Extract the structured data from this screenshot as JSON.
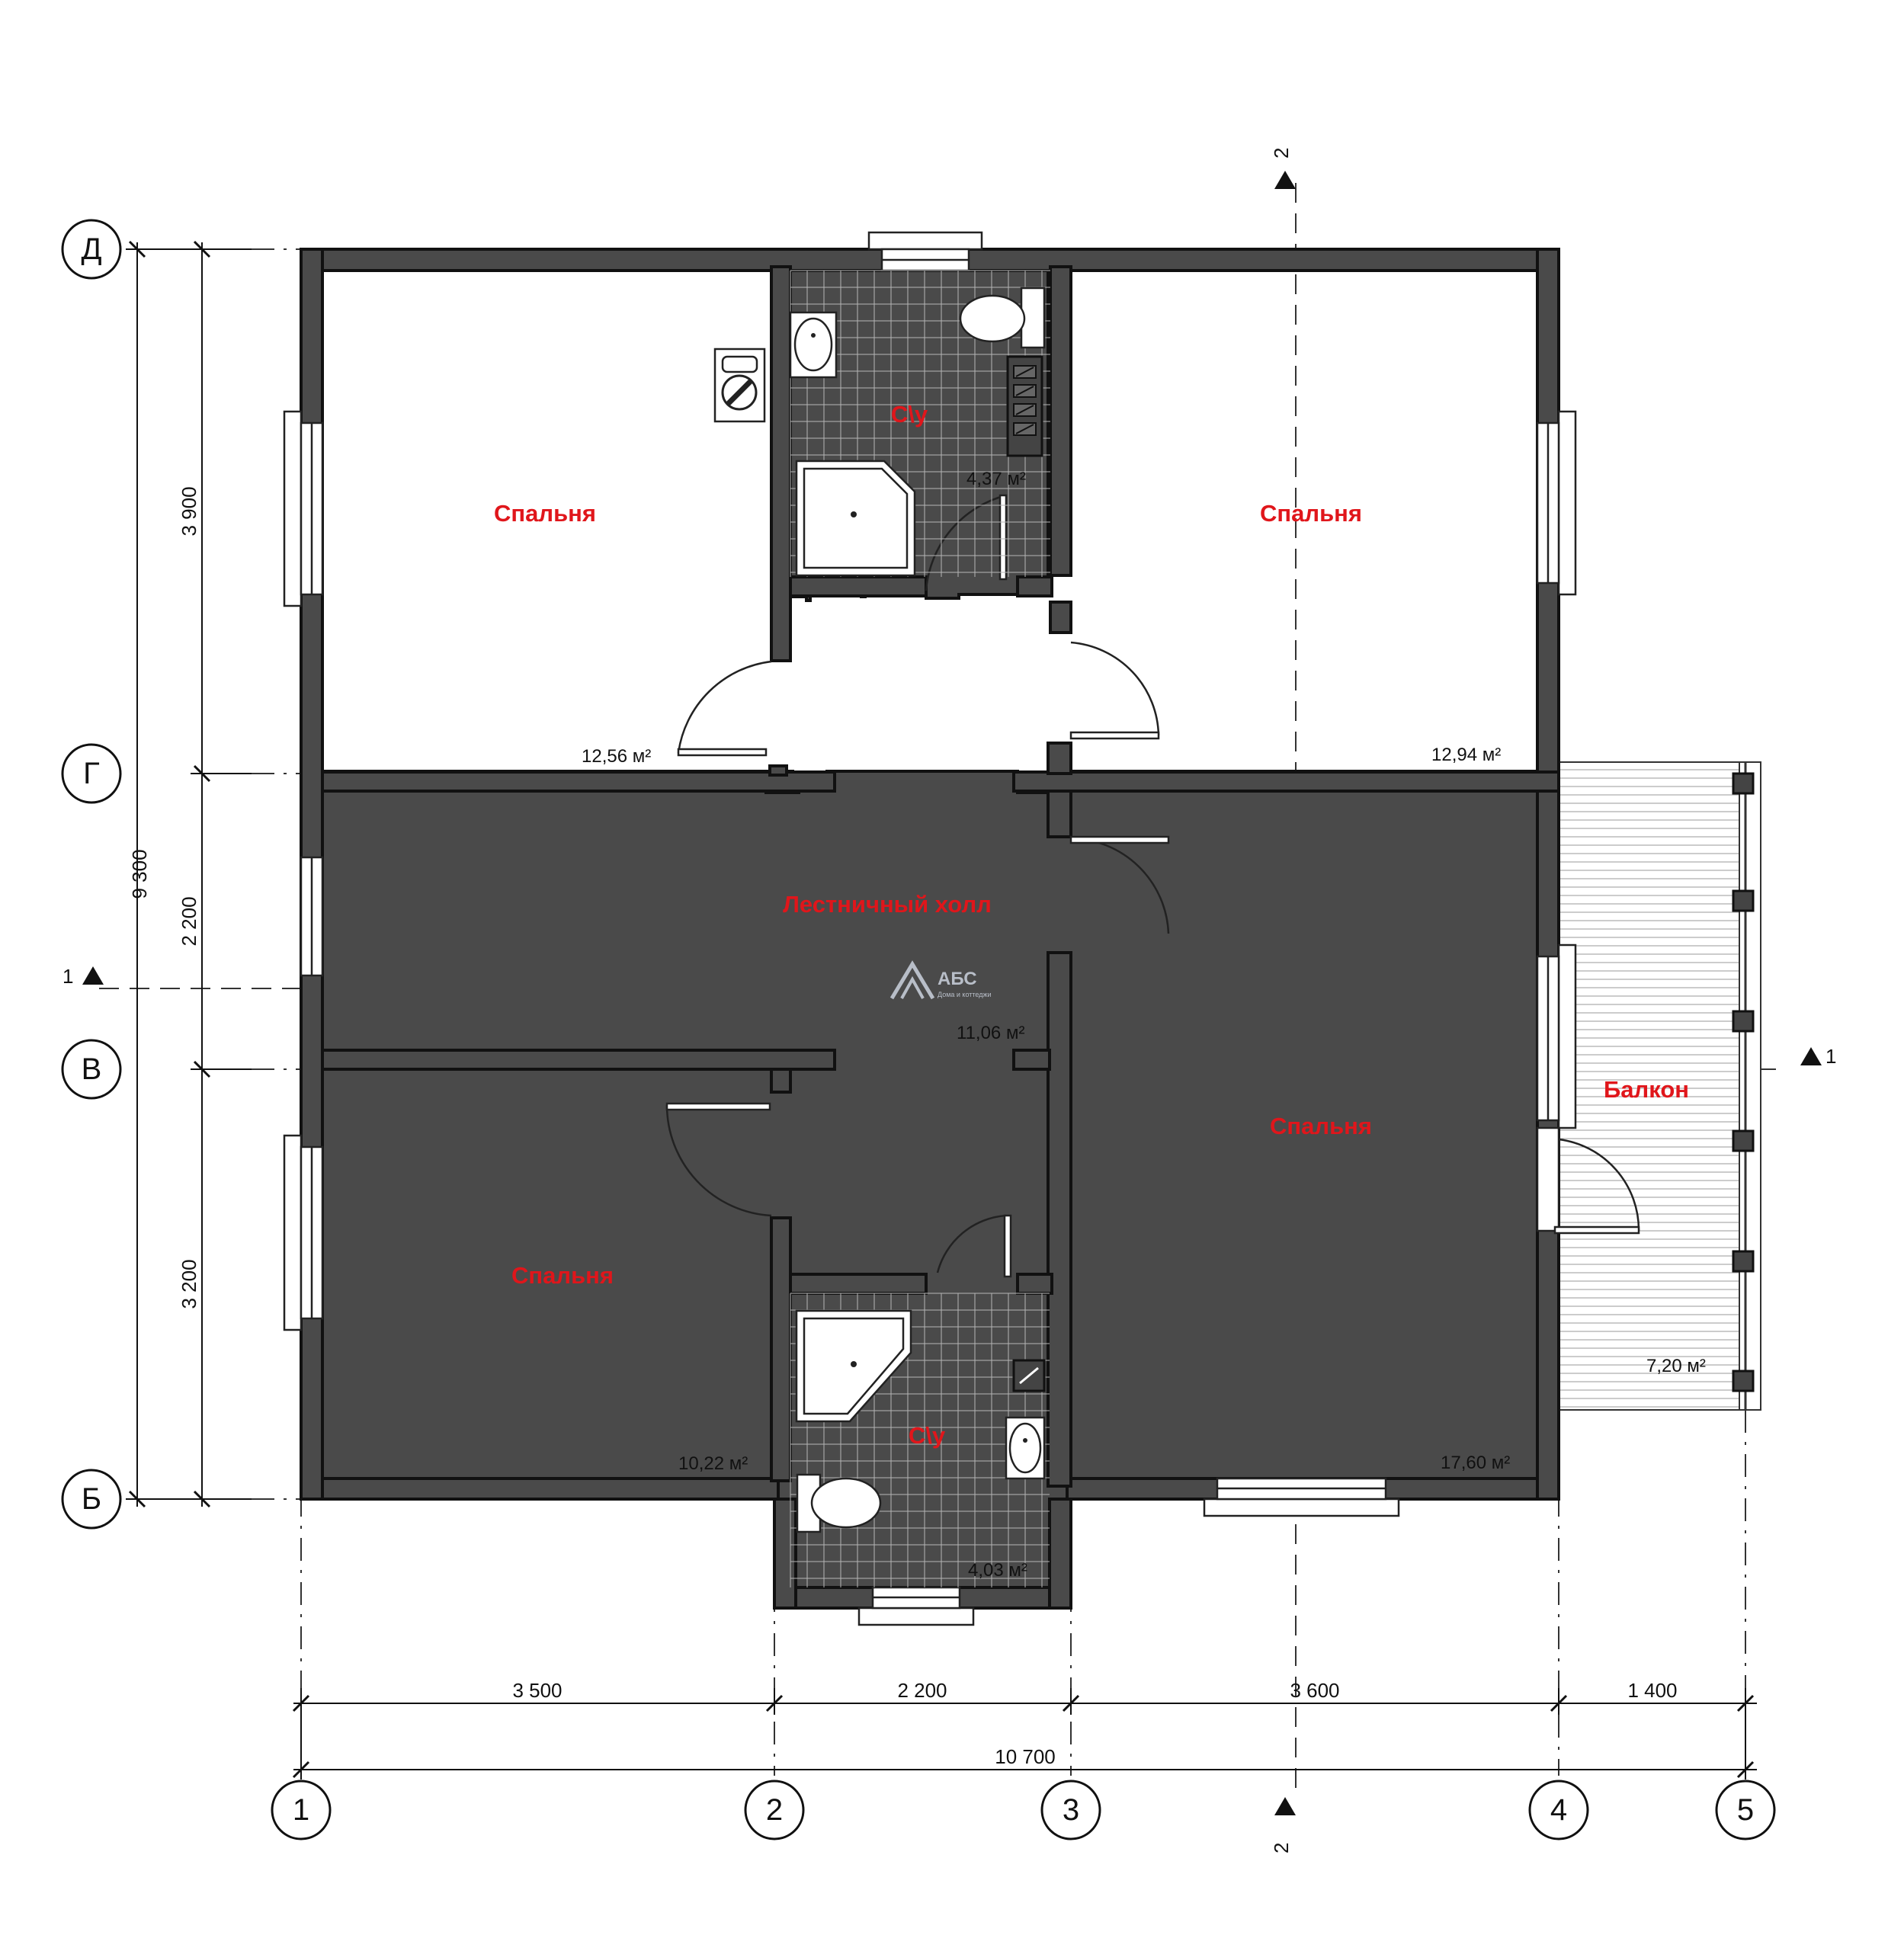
{
  "rooms": [
    {
      "name": "Спальня",
      "area": "12,56 м²"
    },
    {
      "name": "С\\у",
      "area": "4,37 м²"
    },
    {
      "name": "Спальня",
      "area": "12,94 м²"
    },
    {
      "name": "Лестничный холл",
      "area": "11,06 м²"
    },
    {
      "name": "Спальня",
      "area": "10,22 м²"
    },
    {
      "name": "С\\у",
      "area": "4,03 м²"
    },
    {
      "name": "Спальня",
      "area": "17,60 м²"
    },
    {
      "name": "Балкон",
      "area": "7,20 м²"
    }
  ],
  "axes": {
    "columns": [
      "1",
      "2",
      "3",
      "4",
      "5"
    ],
    "rows": [
      "Д",
      "Г",
      "В",
      "Б"
    ]
  },
  "dimensions": {
    "bottom": [
      "3 500",
      "2 200",
      "3 600",
      "1 400"
    ],
    "bottom_total": "10 700",
    "left": [
      "3 900",
      "2 200",
      "3 200"
    ],
    "left_total": "9 300"
  },
  "sections": {
    "top": "2",
    "bottom": "2",
    "left": "1",
    "right": "1"
  },
  "logo": {
    "name": "АБС",
    "tagline": "Дома и коттеджи"
  }
}
